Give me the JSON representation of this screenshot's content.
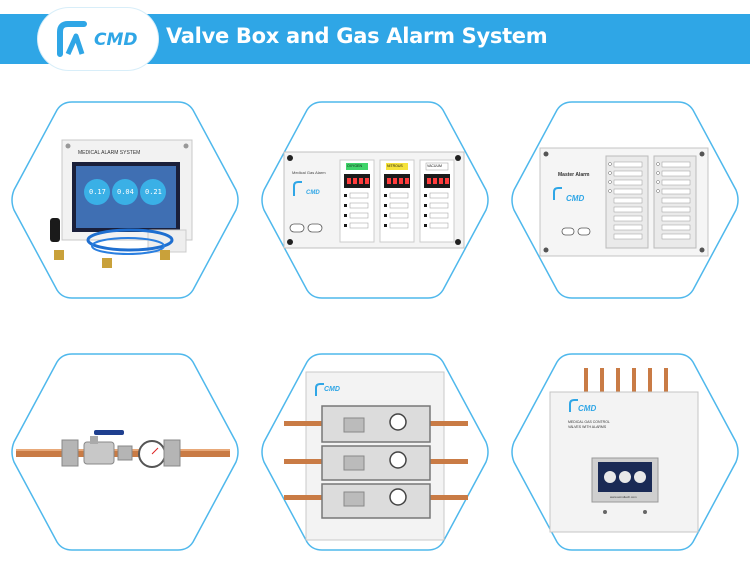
{
  "header": {
    "brand": "CMD",
    "title": "Valve Box and Gas Alarm System"
  },
  "products": {
    "medical_alarm": {
      "panel_title": "MEDICAL ALARM SYSTEM",
      "readings": [
        "0.17",
        "0.04",
        "0.21"
      ]
    },
    "gas_alarm": {
      "panel_title": "Medical Gas Alarm",
      "brand": "CMD",
      "gauges": [
        "OXYGEN",
        "NITROUS",
        "VACUUM"
      ]
    },
    "master_alarm": {
      "panel_title": "Master Alarm",
      "brand": "CMD"
    },
    "valve_box": {
      "brand": "CMD"
    },
    "valve_box_alarm": {
      "brand": "CMD",
      "caption_line1": "MEDICAL GAS CONTROL",
      "caption_line2": "VALVES WITH ALARMS",
      "website": "www.acmdtech.com"
    }
  },
  "colors": {
    "banner": "#2fa6e6",
    "hex_border": "#4fb8ec",
    "copper": "#c97b45"
  }
}
